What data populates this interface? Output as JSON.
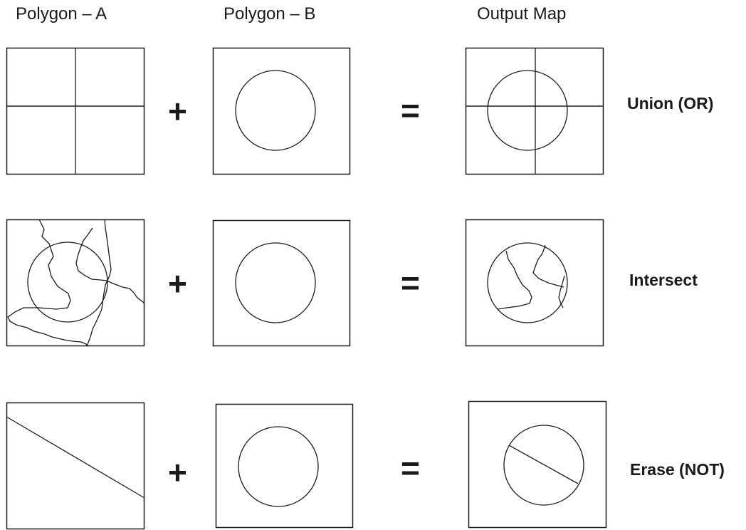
{
  "headers": {
    "polygon_a": "Polygon – A",
    "polygon_b": "Polygon – B",
    "output": "Output Map"
  },
  "rows": [
    {
      "operator_plus": "+",
      "operator_equals": "=",
      "label": "Union (OR)",
      "polygon_a_shape": "quadrant-grid",
      "polygon_b_shape": "circle",
      "output_shape": "circle-with-grid"
    },
    {
      "operator_plus": "+",
      "operator_equals": "=",
      "label": "Intersect",
      "polygon_a_shape": "irregular-lines-with-circle",
      "polygon_b_shape": "circle",
      "output_shape": "clipped-lines-inside-circle"
    },
    {
      "operator_plus": "+",
      "operator_equals": "=",
      "label": "Erase (NOT)",
      "polygon_a_shape": "diagonal-line",
      "polygon_b_shape": "circle",
      "output_shape": "circle-with-diagonal-chord"
    }
  ],
  "colors": {
    "stroke": "#1a1a1a",
    "background": "#ffffff"
  }
}
